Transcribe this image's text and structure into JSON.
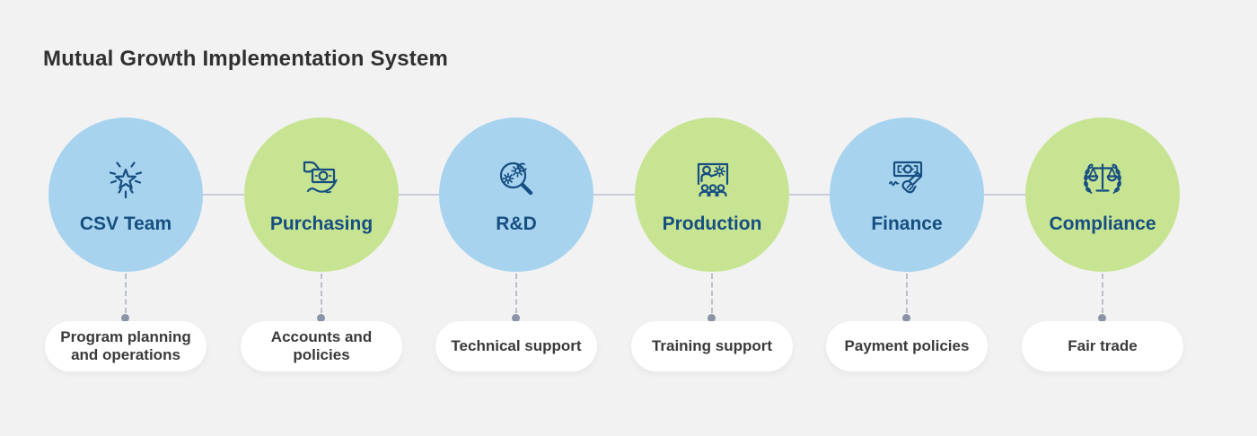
{
  "title": "Mutual Growth Implementation System",
  "colors": {
    "background": "#f2f2f3",
    "blue_circle": "#a7d3ee",
    "green_circle": "#c7e492",
    "navy_text": "#174e81",
    "connector_line": "#c8cdd7",
    "connector_dot": "#8b94a6",
    "pill_background": "#ffffff",
    "pill_text": "#3a3a3a",
    "title_text": "#303030"
  },
  "departments": [
    {
      "label": "CSV Team",
      "description": "Program planning and operations",
      "color": "blue",
      "icon": "star-burst-icon"
    },
    {
      "label": "Purchasing",
      "description": "Accounts and policies",
      "color": "green",
      "icon": "hand-money-icon"
    },
    {
      "label": "R&D",
      "description": "Technical support",
      "color": "blue",
      "icon": "magnifier-gears-icon"
    },
    {
      "label": "Production",
      "description": "Training support",
      "color": "green",
      "icon": "presentation-training-icon"
    },
    {
      "label": "Finance",
      "description": "Payment policies",
      "color": "blue",
      "icon": "money-signature-icon"
    },
    {
      "label": "Compliance",
      "description": "Fair trade",
      "color": "green",
      "icon": "scales-laurel-icon"
    }
  ]
}
